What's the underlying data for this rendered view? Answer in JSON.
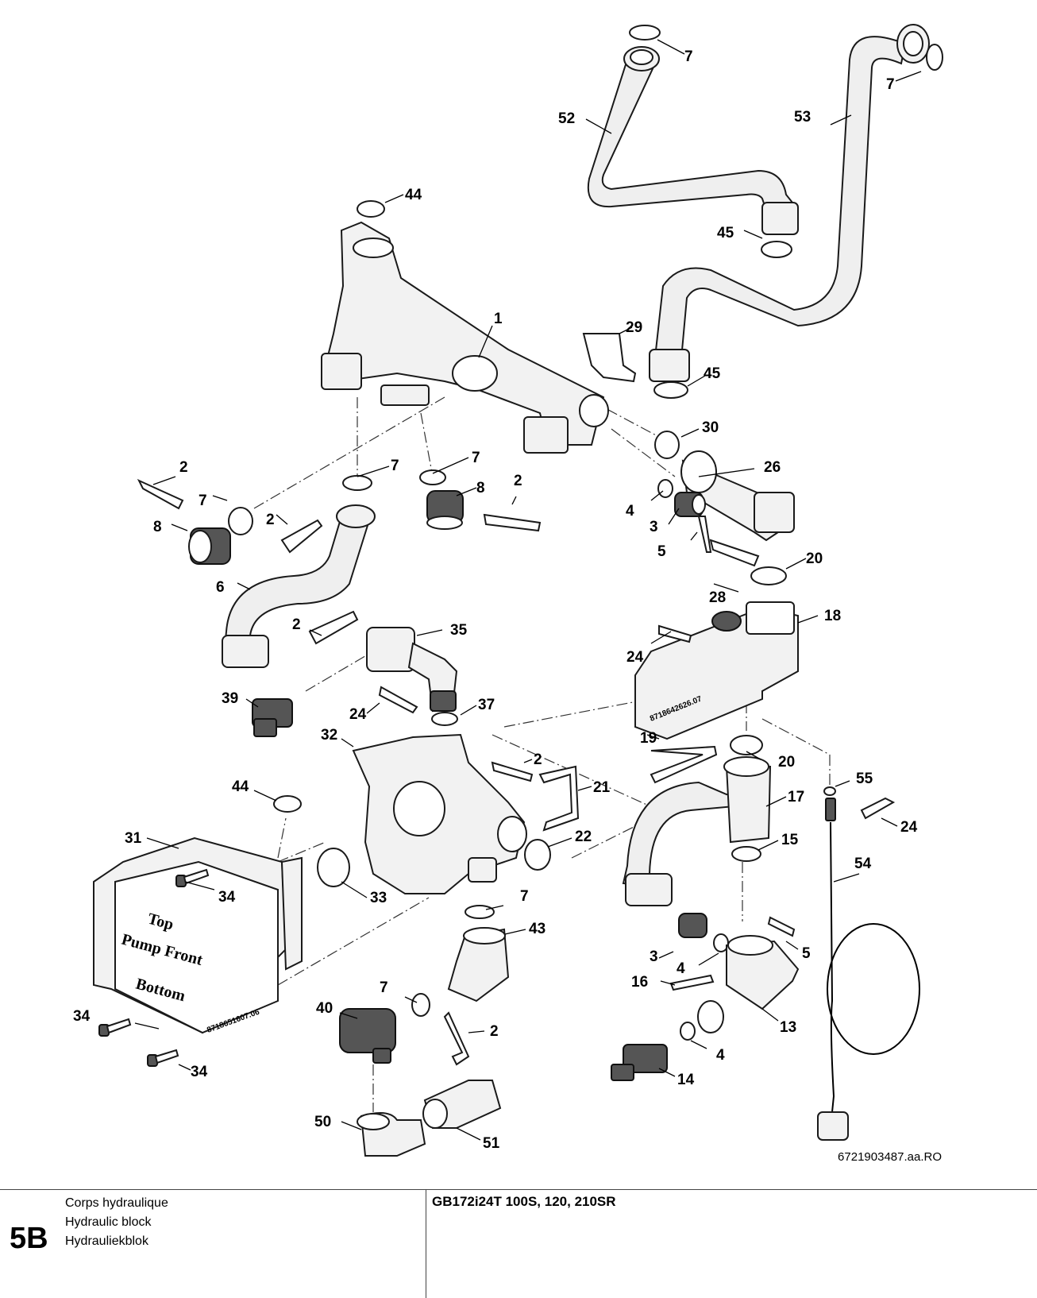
{
  "diagram": {
    "callouts": {
      "c7a": "7",
      "c7b": "7",
      "c52": "52",
      "c53": "53",
      "c44a": "44",
      "c45a": "45",
      "c1": "1",
      "c29": "29",
      "c45b": "45",
      "c30": "30",
      "c2a": "2",
      "c7c": "7",
      "c7d": "7",
      "c7e": "7",
      "c26": "26",
      "c8a": "8",
      "c2b": "2",
      "c8b": "8",
      "c2c": "2",
      "c4a": "4",
      "c3a": "3",
      "c5a": "5",
      "c20a": "20",
      "c6": "6",
      "c28": "28",
      "c18": "18",
      "c2d": "2",
      "c35": "35",
      "c24a": "24",
      "c39": "39",
      "c24b": "24",
      "c37": "37",
      "c32": "32",
      "c2e": "2",
      "c19": "19",
      "c20b": "20",
      "c21": "21",
      "c55": "55",
      "c44b": "44",
      "c17": "17",
      "c24c": "24",
      "c31": "31",
      "c22": "22",
      "c15": "15",
      "c54": "54",
      "c34a": "34",
      "c33": "33",
      "c7f": "7",
      "c43": "43",
      "c3b": "3",
      "c5b": "5",
      "c4b": "4",
      "c16": "16",
      "c13": "13",
      "c34b": "34",
      "c7g": "7",
      "c40": "40",
      "c2f": "2",
      "c4c": "4",
      "c14": "14",
      "c34c": "34",
      "c50": "50",
      "c51": "51"
    },
    "pump_label": {
      "line1": "Top",
      "line2": "Pump Front",
      "line3": "Bottom",
      "part_no": "8718651607.06"
    },
    "valve_part_no": "8718642626.07",
    "doc_reference": "6721903487.aa.RO"
  },
  "footer": {
    "section_code": "5B",
    "title_fr": "Corps hydraulique",
    "title_en": "Hydraulic block",
    "title_nl": "Hydrauliekblok",
    "model": "GB172i24T 100S, 120, 210SR"
  }
}
